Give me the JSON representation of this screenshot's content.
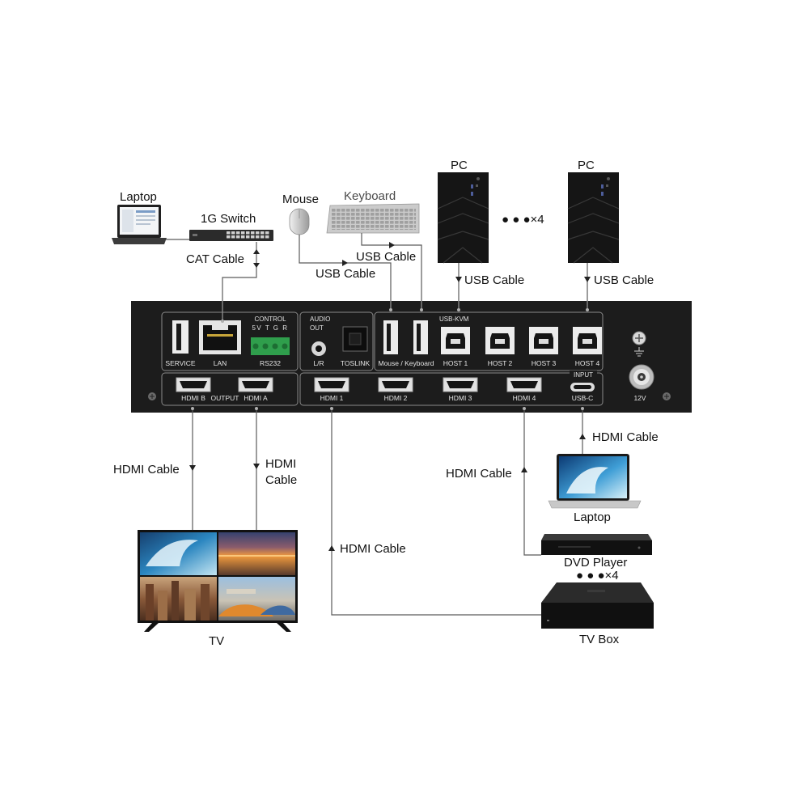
{
  "sources_top": {
    "laptop": "Laptop",
    "switch": "1G Switch",
    "mouse": "Mouse",
    "keyboard": "Keyboard",
    "pc_1": "PC",
    "pc_2": "PC",
    "pc_count": "● ● ●×4"
  },
  "cables": {
    "cat": "CAT Cable",
    "usb_keyboard": "USB Cable",
    "usb_mouse": "USB Cable",
    "usb_host_1": "USB Cable",
    "usb_host_4": "USB Cable",
    "hdmi_out_b": "HDMI Cable",
    "hdmi_out_a_line1": "HDMI",
    "hdmi_out_a_line2": "Cable",
    "hdmi_in_1": "HDMI Cable",
    "hdmi_in_4": "HDMI Cable",
    "usb_c_in": "HDMI Cable"
  },
  "panel": {
    "control_title": "CONTROL",
    "control_pins": "5V T G R",
    "audio_title_1": "AUDIO",
    "audio_title_2": "OUT",
    "usb_kvm_title": "USB-KVM",
    "service": "SERVICE",
    "lan": "LAN",
    "rs232": "RS232",
    "audio_lr": "L/R",
    "toslink": "TOSLINK",
    "mouse_keyboard": "Mouse / Keyboard",
    "hosts": [
      "HOST 1",
      "HOST 2",
      "HOST 3",
      "HOST 4"
    ],
    "input_title": "INPUT",
    "hdmi_b": "HDMI B",
    "output_title": "OUTPUT",
    "hdmi_a": "HDMI A",
    "hdmi_inputs": [
      "HDMI 1",
      "HDMI 2",
      "HDMI 3",
      "HDMI 4"
    ],
    "usb_c": "USB-C",
    "power": "12V"
  },
  "sinks_bottom": {
    "tv": "TV",
    "laptop": "Laptop",
    "dvd_player": "DVD Player",
    "dvd_count": "● ● ●×4",
    "tv_box": "TV Box"
  },
  "colors": {
    "panel": "#1c1c1c",
    "terminal_block": "#2f9e4c"
  }
}
